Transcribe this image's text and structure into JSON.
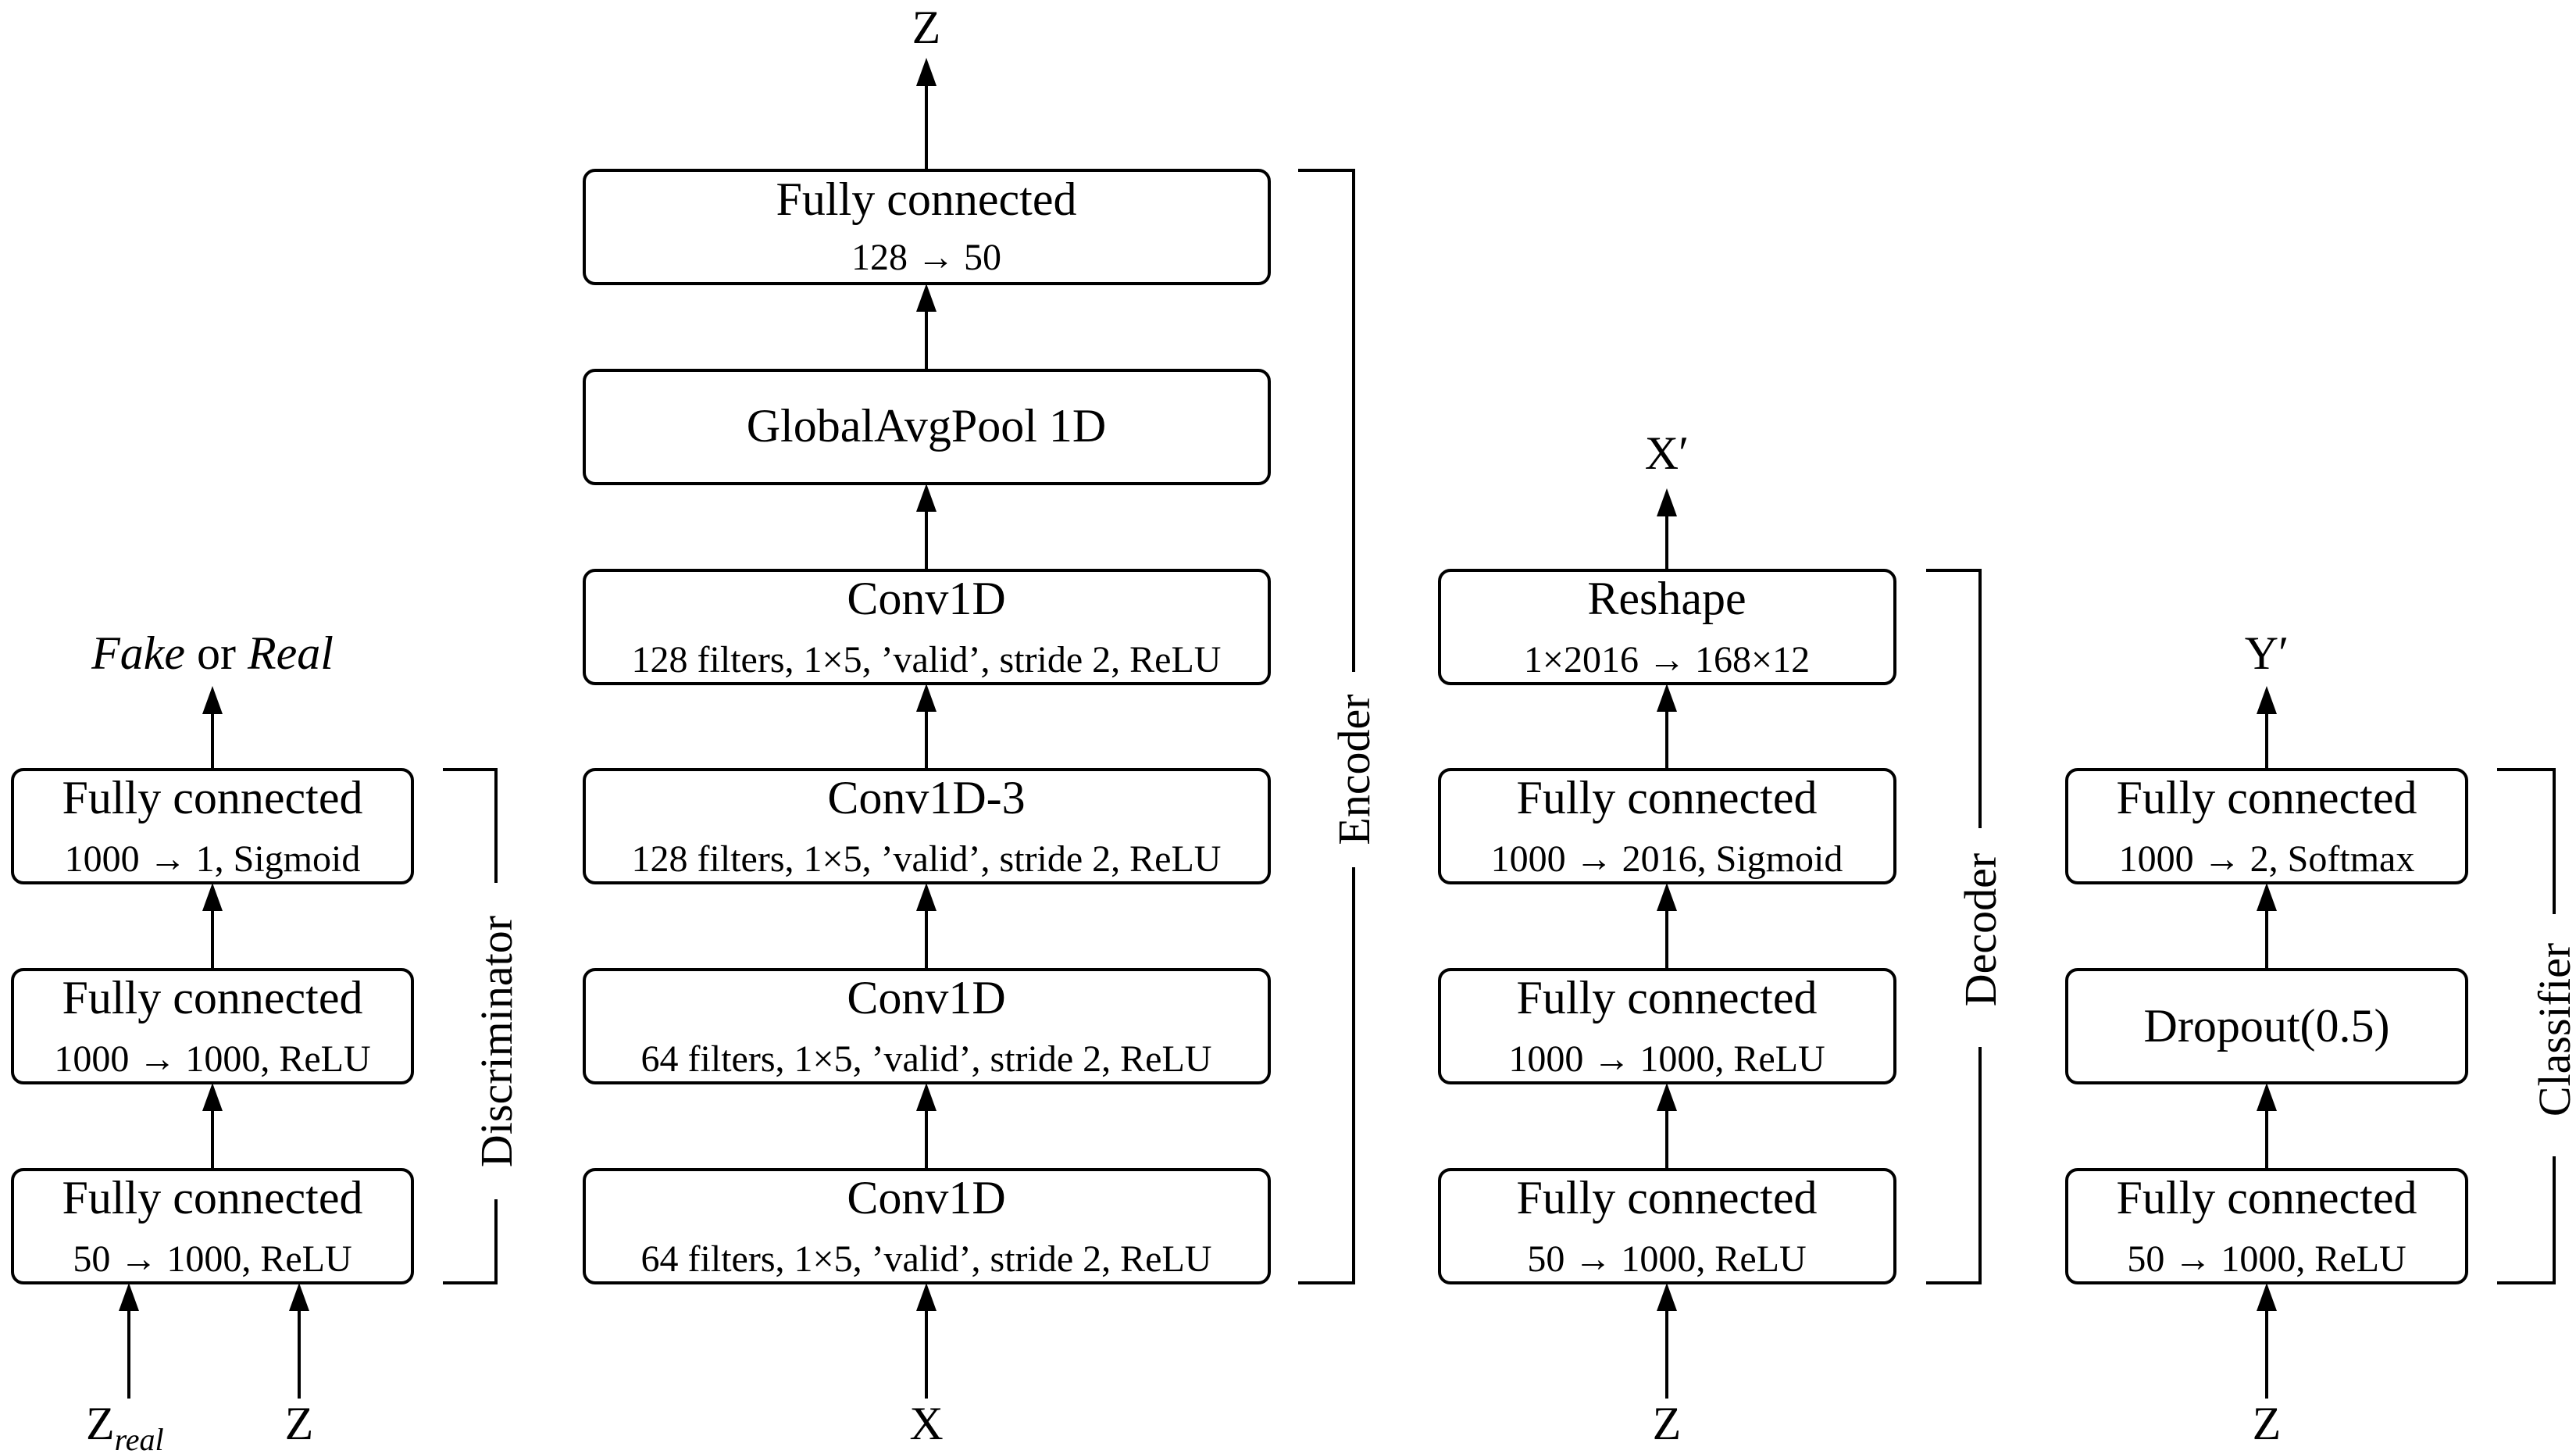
{
  "discriminator": {
    "label": "Discriminator",
    "output": {
      "italic1": "Fake",
      "mid": " or ",
      "italic2": "Real"
    },
    "inputs": {
      "zreal_base": "Z",
      "zreal_sub": "real",
      "z": "Z"
    },
    "layers": [
      {
        "title": "Fully connected",
        "detail": "50 → 1000, ReLU"
      },
      {
        "title": "Fully connected",
        "detail": "1000 → 1000, ReLU"
      },
      {
        "title": "Fully connected",
        "detail": "1000 → 1, Sigmoid"
      }
    ]
  },
  "encoder": {
    "label": "Encoder",
    "input": "X",
    "output": "Z",
    "layers": [
      {
        "title": "Conv1D",
        "detail": "64 filters, 1×5, ’valid’, stride 2, ReLU"
      },
      {
        "title": "Conv1D",
        "detail": "64 filters, 1×5, ’valid’, stride 2, ReLU"
      },
      {
        "title": "Conv1D-3",
        "detail": "128 filters, 1×5, ’valid’, stride 2, ReLU"
      },
      {
        "title": "Conv1D",
        "detail": "128 filters, 1×5, ’valid’, stride 2, ReLU"
      },
      {
        "title": "GlobalAvgPool 1D",
        "detail": ""
      },
      {
        "title": "Fully connected",
        "detail": "128 → 50"
      }
    ]
  },
  "decoder": {
    "label": "Decoder",
    "input": "Z",
    "output": "X′",
    "layers": [
      {
        "title": "Fully connected",
        "detail": "50 → 1000, ReLU"
      },
      {
        "title": "Fully connected",
        "detail": "1000 → 1000, ReLU"
      },
      {
        "title": "Fully connected",
        "detail": "1000 → 2016, Sigmoid"
      },
      {
        "title": "Reshape",
        "detail": "1×2016 → 168×12"
      }
    ]
  },
  "classifier": {
    "label": "Classifier",
    "input": "Z",
    "output": "Y′",
    "layers": [
      {
        "title": "Fully connected",
        "detail": "50 → 1000, ReLU"
      },
      {
        "title": "Dropout(0.5)",
        "detail": ""
      },
      {
        "title": "Fully connected",
        "detail": "1000 → 2, Softmax"
      }
    ]
  }
}
